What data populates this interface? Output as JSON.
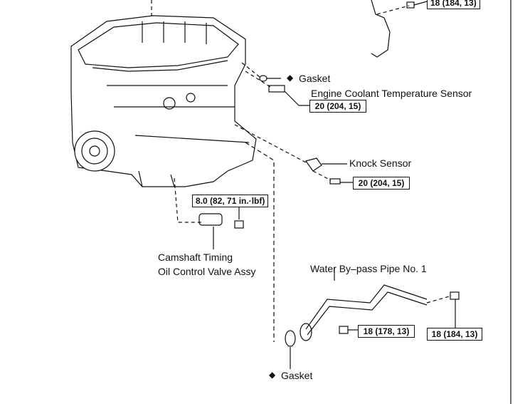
{
  "labels": {
    "gasket_top": "Gasket",
    "gasket_bottom": "Gasket",
    "ect_sensor": "Engine Coolant Temperature Sensor",
    "knock_sensor": "Knock Sensor",
    "ocv_line1": "Camshaft Timing",
    "ocv_line2": "Oil Control Valve Assy",
    "water_pipe": "Water By–pass Pipe No. 1",
    "diamond": "◆"
  },
  "torques": {
    "top_right": "18 (184, 13)",
    "ect": "20 (204, 15)",
    "knock": "20 (204, 15)",
    "ocv": "8.0 (82, 71 in.·lbf)",
    "pipe_nut": "18 (178, 13)",
    "pipe_bolt": "18 (184, 13)"
  }
}
